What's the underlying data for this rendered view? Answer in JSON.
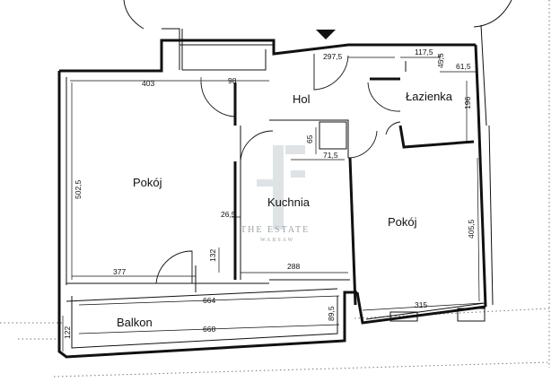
{
  "rooms": {
    "hol": "Hol",
    "lazienka": "Łazienka",
    "pokoj_left": "Pokój",
    "pokoj_right": "Pokój",
    "kuchnia": "Kuchnia",
    "balkon": "Balkon"
  },
  "dimensions": {
    "d403": "403",
    "d98": "98",
    "d297_5": "297,5",
    "d117_5": "117,5",
    "d45_5": "45,5",
    "d61_5": "61,5",
    "d196": "196",
    "d65": "65",
    "d71_5": "71,5",
    "d502_5": "502,5",
    "d26_5": "26,5",
    "d132": "132",
    "d377": "377",
    "d288": "288",
    "d405_5": "405,5",
    "d664": "664",
    "d315": "315",
    "d668": "668",
    "d89_5": "89,5",
    "d122": "122"
  },
  "watermark": {
    "line1": "THE ESTATE",
    "line2": "WARSAW"
  },
  "icons": {
    "entrance": "triangle-down-icon"
  },
  "colors": {
    "walls": "#111111",
    "watermark": "#9aa2a8",
    "background": "#ffffff"
  }
}
